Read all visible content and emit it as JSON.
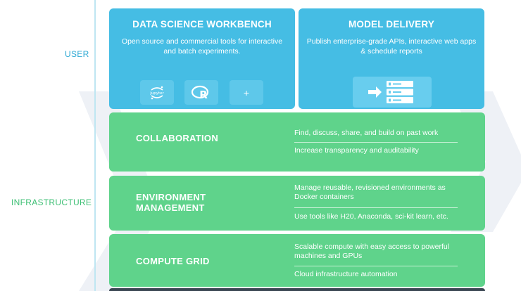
{
  "labels": {
    "user": "USER",
    "infrastructure": "INFRASTRUCTURE"
  },
  "workbench": {
    "title": "DATA SCIENCE WORKBENCH",
    "description": "Open source and commercial tools for interactive and batch experiments.",
    "tools": [
      {
        "icon": "jupyter-icon",
        "label": "jupyter"
      },
      {
        "icon": "r-logo-icon",
        "label": "R"
      },
      {
        "icon": "plus-icon",
        "label": "+"
      }
    ]
  },
  "delivery": {
    "title": "MODEL DELIVERY",
    "description": "Publish enterprise-grade APIs, interactive web apps & schedule reports",
    "icon": "server-stack-icon"
  },
  "layers": [
    {
      "title": "COLLABORATION",
      "points": [
        "Find, discuss, share, and build on past work",
        "Increase transparency and auditability"
      ]
    },
    {
      "title_lines": [
        "ENVIRONMENT",
        "MANAGEMENT"
      ],
      "points": [
        "Manage reusable, revisioned environments as Docker containers",
        "Use tools like H20, Anaconda, sci-kit learn, etc."
      ]
    },
    {
      "title": "COMPUTE GRID",
      "points": [
        "Scalable compute with easy access to powerful machines and GPUs",
        "Cloud infrastructure automation"
      ]
    }
  ],
  "colors": {
    "user_blue": "#45bde4",
    "infra_green": "#5fd38b",
    "user_label": "#2fa9d4",
    "infra_label": "#3dbf74",
    "bottom_strip": "#3a4652"
  }
}
